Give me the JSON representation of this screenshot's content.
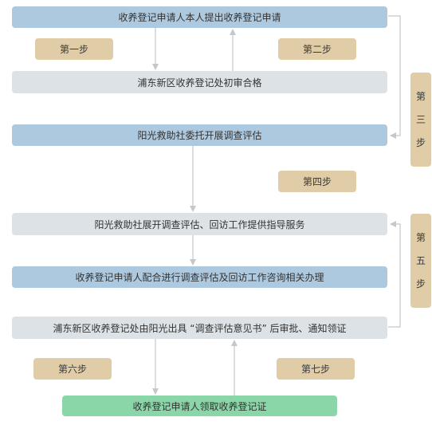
{
  "flow": {
    "boxes": [
      {
        "id": "b1",
        "text": "收养登记申请人本人提出收养登记申请"
      },
      {
        "id": "b2",
        "text": "浦东新区收养登记处初审合格"
      },
      {
        "id": "b3",
        "text": "阳光救助社委托开展调查评估"
      },
      {
        "id": "b4",
        "text": "阳光救助社展开调查评估、回访工作提供指导服务"
      },
      {
        "id": "b5",
        "text": "收养登记申请人配合进行调查评估及回访工作咨询相关办理"
      },
      {
        "id": "b6",
        "text": "浦东新区收养登记处由阳光出具 “调查评估意见书” 后审批、通知领证"
      },
      {
        "id": "b7",
        "text": "收养登记申请人领取收养登记证"
      }
    ],
    "steps": {
      "step1": "第一步",
      "step2": "第二步",
      "step4": "第四步",
      "step6": "第六步",
      "step7": "第七步",
      "step3": [
        "第",
        "三",
        "步"
      ],
      "step5": [
        "第",
        "五",
        "步"
      ]
    }
  },
  "colors": {
    "process_blue": "#adc9df",
    "process_gray": "#dde2e6",
    "final_green": "#8ad6a8",
    "step_tan": "#e0cda7",
    "connector": "#c4c8cc"
  }
}
